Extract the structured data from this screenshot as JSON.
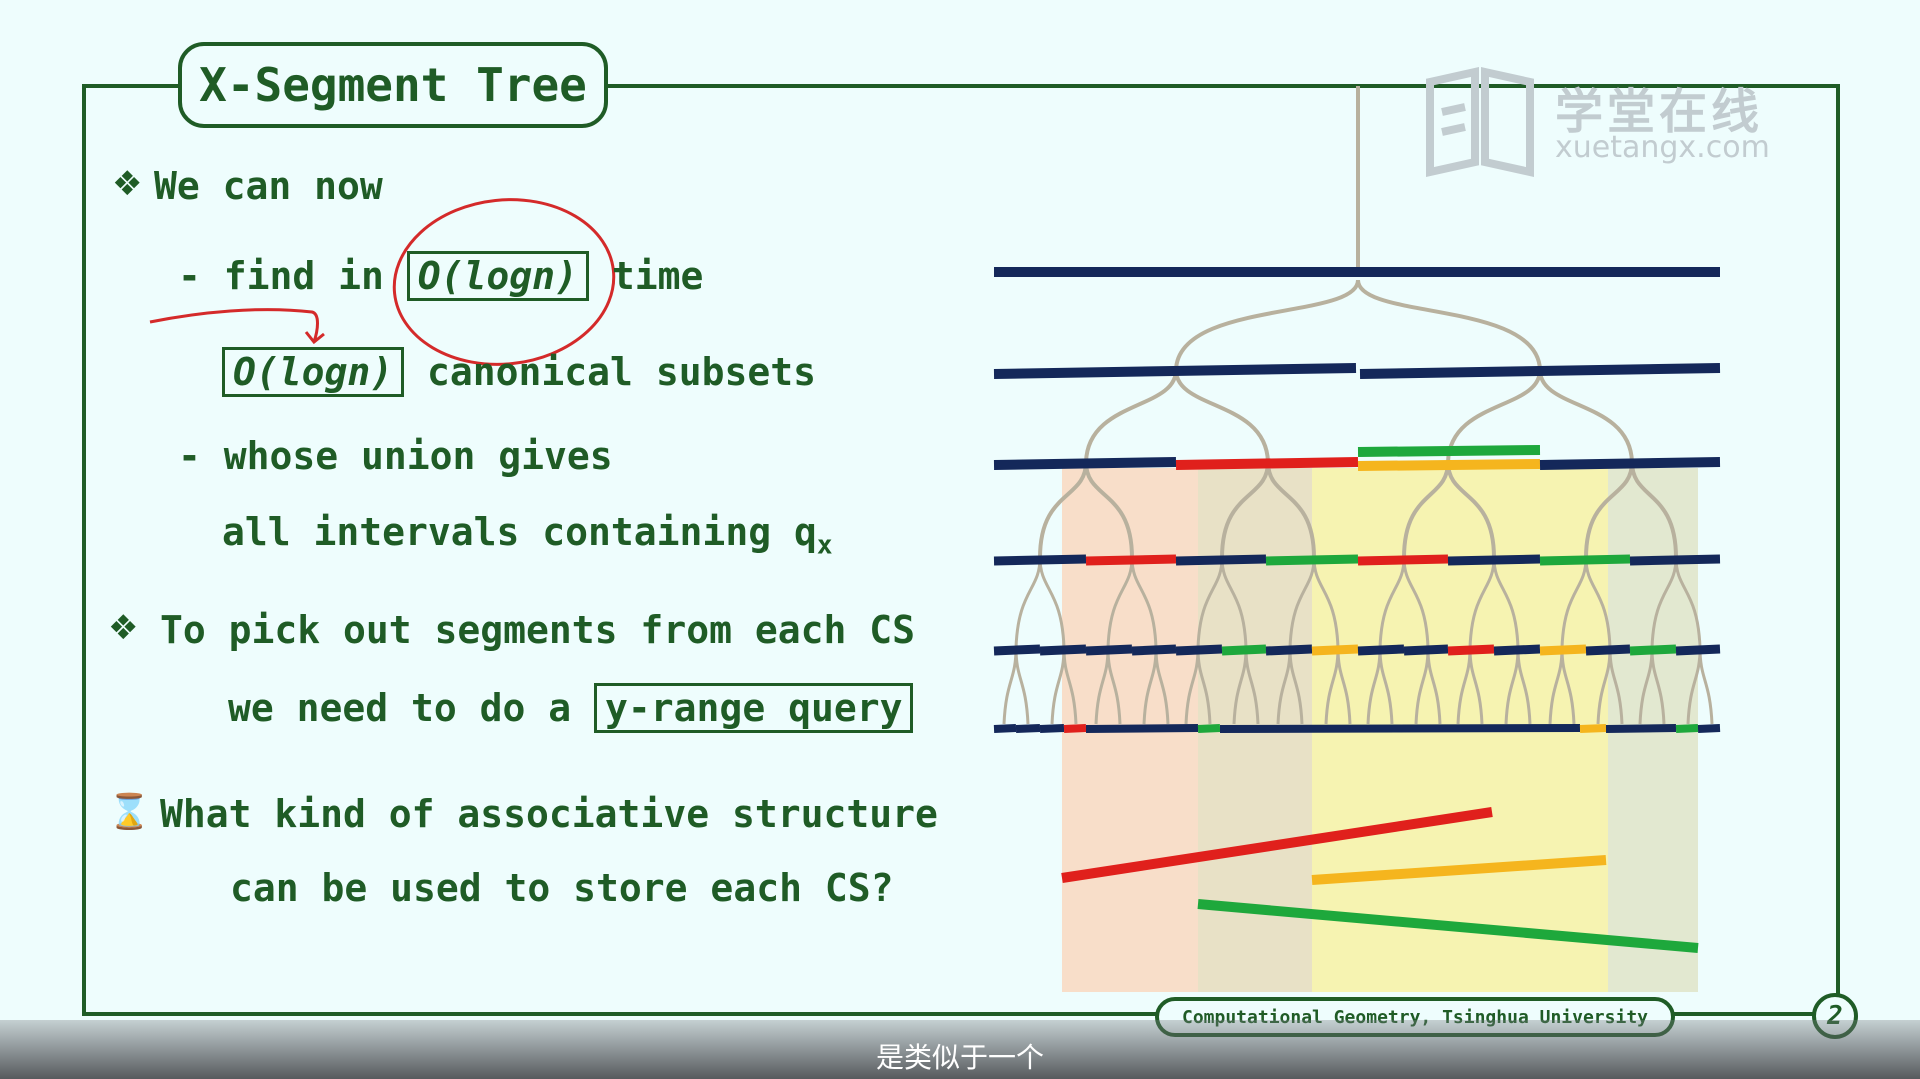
{
  "slide": {
    "title": "X-Segment Tree",
    "bullet1_lead": "We can now",
    "line_find_pre": "- find in ",
    "line_find_box": "O(logn)",
    "line_find_post": " time",
    "line_canon_box": "O(logn)",
    "line_canon_post": " canonical subsets",
    "line_union": "- whose union gives",
    "line_all_intervals": "all intervals containing q",
    "line_all_intervals_sub": "x",
    "bullet2_line1": "To pick out segments from each CS",
    "bullet2_line2_pre": "we need to do a ",
    "bullet2_line2_box": "y-range query",
    "bullet3_line1": "What kind of associative structure",
    "bullet3_line2": "can be used to store each CS?",
    "footer": "Computational Geometry, Tsinghua University",
    "page_number": "2"
  },
  "watermark": {
    "cn": "学堂在线",
    "en": "xuetangx.com"
  },
  "video": {
    "subtitle": "是类似于一个"
  },
  "colors": {
    "ink": "#1f5c26",
    "background": "#eefdfd",
    "navy": "#14285a",
    "red": "#e0201c",
    "green": "#1ea83c",
    "orange": "#f5b51e",
    "annotation_red": "#d42a2a"
  }
}
